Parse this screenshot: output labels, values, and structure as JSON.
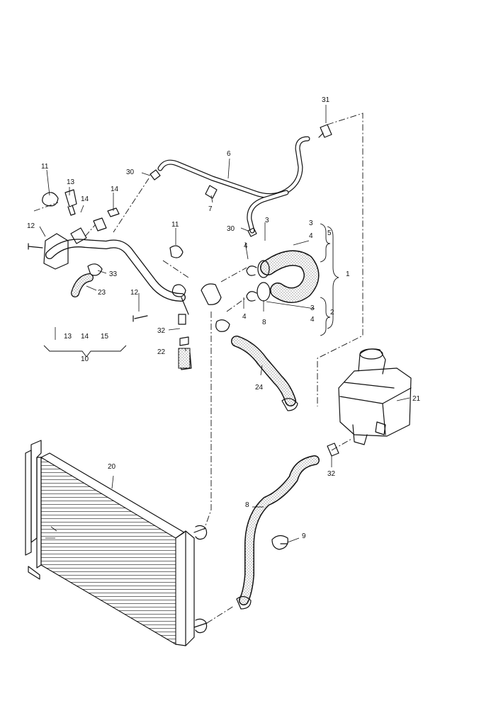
{
  "callouts": [
    {
      "id": "c31",
      "text": "31"
    },
    {
      "id": "c6",
      "text": "6"
    },
    {
      "id": "c30a",
      "text": "30"
    },
    {
      "id": "c7",
      "text": "7"
    },
    {
      "id": "c11a",
      "text": "11"
    },
    {
      "id": "c13a",
      "text": "13"
    },
    {
      "id": "c14a",
      "text": "14"
    },
    {
      "id": "c14b",
      "text": "14"
    },
    {
      "id": "c12a",
      "text": "12"
    },
    {
      "id": "c30b",
      "text": "30"
    },
    {
      "id": "c3a",
      "text": "3"
    },
    {
      "id": "c3b",
      "text": "3"
    },
    {
      "id": "c5",
      "text": "5"
    },
    {
      "id": "c4a",
      "text": "4"
    },
    {
      "id": "c4b",
      "text": "4"
    },
    {
      "id": "c1",
      "text": "1"
    },
    {
      "id": "c11b",
      "text": "11"
    },
    {
      "id": "c33",
      "text": "33"
    },
    {
      "id": "c23",
      "text": "23"
    },
    {
      "id": "c12b",
      "text": "12"
    },
    {
      "id": "c3c",
      "text": "3"
    },
    {
      "id": "c2",
      "text": "2"
    },
    {
      "id": "c4c",
      "text": "4"
    },
    {
      "id": "c4d",
      "text": "4"
    },
    {
      "id": "c8a",
      "text": "8"
    },
    {
      "id": "c32a",
      "text": "32"
    },
    {
      "id": "c13b",
      "text": "13"
    },
    {
      "id": "c14c",
      "text": "14"
    },
    {
      "id": "c15",
      "text": "15"
    },
    {
      "id": "c22",
      "text": "22"
    },
    {
      "id": "c10",
      "text": "10"
    },
    {
      "id": "c24",
      "text": "24"
    },
    {
      "id": "c21",
      "text": "21"
    },
    {
      "id": "c32b",
      "text": "32"
    },
    {
      "id": "c20",
      "text": "20"
    },
    {
      "id": "c8b",
      "text": "8"
    },
    {
      "id": "c9",
      "text": "9"
    }
  ]
}
